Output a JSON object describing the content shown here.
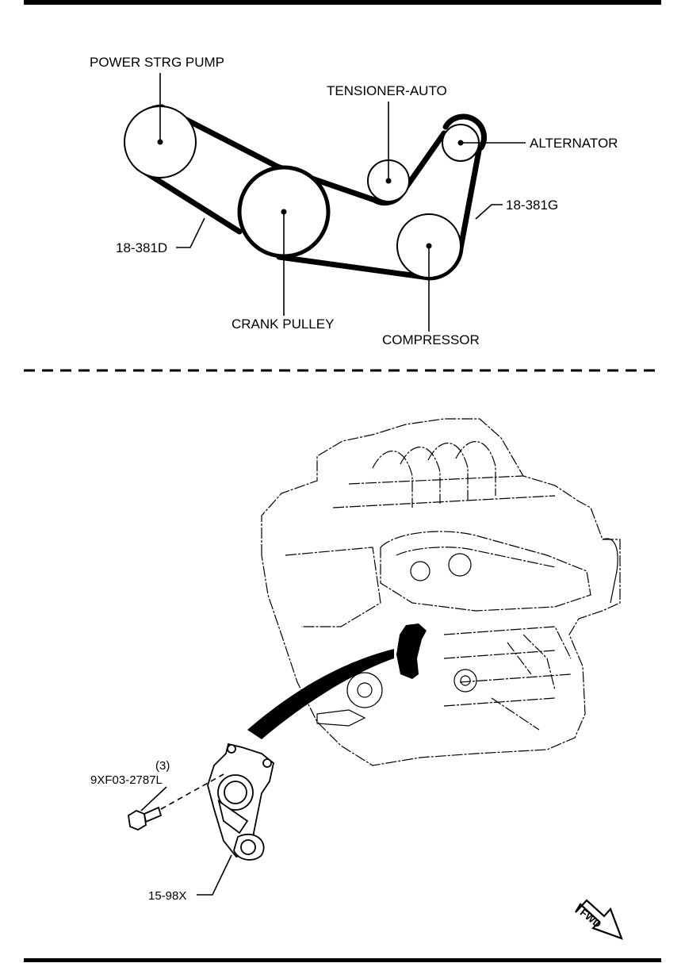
{
  "belt_diagram": {
    "labels": {
      "power_strg_pump": "POWER STRG PUMP",
      "tensioner_auto": "TENSIONER-AUTO",
      "alternator": "ALTERNATOR",
      "belt_g": "18-381G",
      "belt_d": "18-381D",
      "crank_pulley": "CRANK PULLEY",
      "compressor": "COMPRESSOR"
    }
  },
  "parts_diagram": {
    "bolt_qty": "(3)",
    "bolt_part_number": "9XF03-2787L",
    "tensioner_part_number": "15-98X",
    "fwd_label": "FWD"
  }
}
